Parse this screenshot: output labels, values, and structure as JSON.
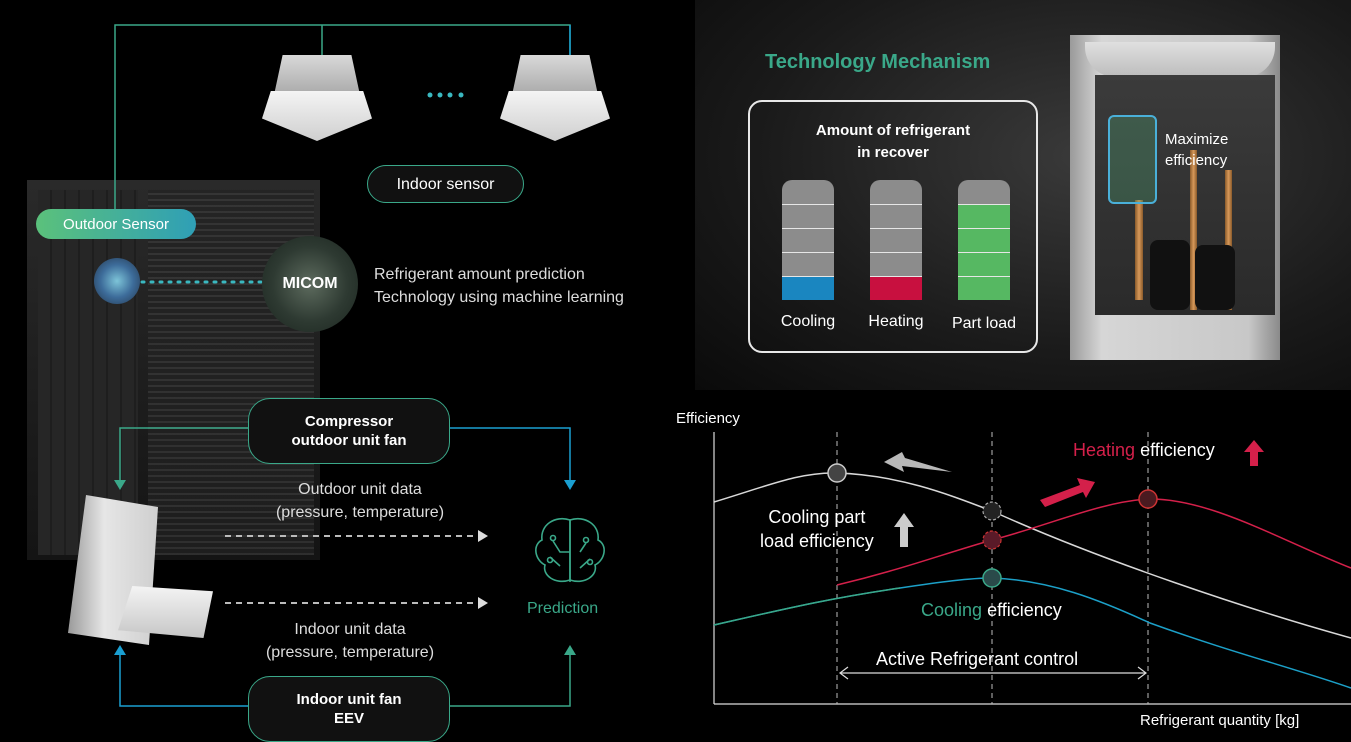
{
  "left_diagram": {
    "outdoor_sensor_label": "Outdoor Sensor",
    "indoor_sensor_label": "Indoor sensor",
    "micom_label": "MICOM",
    "micom_desc_line1": "Refrigerant amount prediction",
    "micom_desc_line2": "Technology using machine learning",
    "compressor_line1": "Compressor",
    "compressor_line2": "outdoor unit fan",
    "outdoor_data_line1": "Outdoor unit data",
    "outdoor_data_line2": "(pressure, temperature)",
    "indoor_data_line1": "Indoor unit data",
    "indoor_data_line2": "(pressure, temperature)",
    "indoor_fan_line1": "Indoor unit fan",
    "indoor_fan_line2": "EEV",
    "prediction_label": "Prediction",
    "colors": {
      "green": "#3aa889",
      "blue": "#1a9fd1"
    }
  },
  "tech_panel": {
    "title": "Technology Mechanism",
    "legend_title_line1": "Amount of refrigerant",
    "legend_title_line2": "in recover",
    "tanks": [
      {
        "label": "Cooling",
        "fill_levels": 1,
        "fill_color": "#1a86c0"
      },
      {
        "label": "Heating",
        "fill_levels": 1,
        "fill_color": "#c8103f"
      },
      {
        "label": "Part load",
        "fill_levels": 4,
        "fill_color": "#56b862"
      }
    ],
    "photo_label_line1": "Maximize",
    "photo_label_line2": "efficiency"
  },
  "chart_data": {
    "type": "line",
    "ylabel": "Efficiency",
    "xlabel": "Refrigerant quantity [kg]",
    "series": [
      {
        "color": "#d8d8d8"
      },
      {
        "color": "#d4204a"
      },
      {
        "color": "#1ca0c8"
      }
    ],
    "annotations": {
      "heating_word": "Heating",
      "heating_rest": "efficiency",
      "cooling_part_line1": "Cooling part",
      "cooling_part_line2": "load efficiency",
      "cooling_word": "Cooling",
      "cooling_rest": "efficiency",
      "active_control": "Active Refrigerant control"
    },
    "colors": {
      "heating": "#d4204a",
      "cooling": "#3aa889"
    }
  }
}
